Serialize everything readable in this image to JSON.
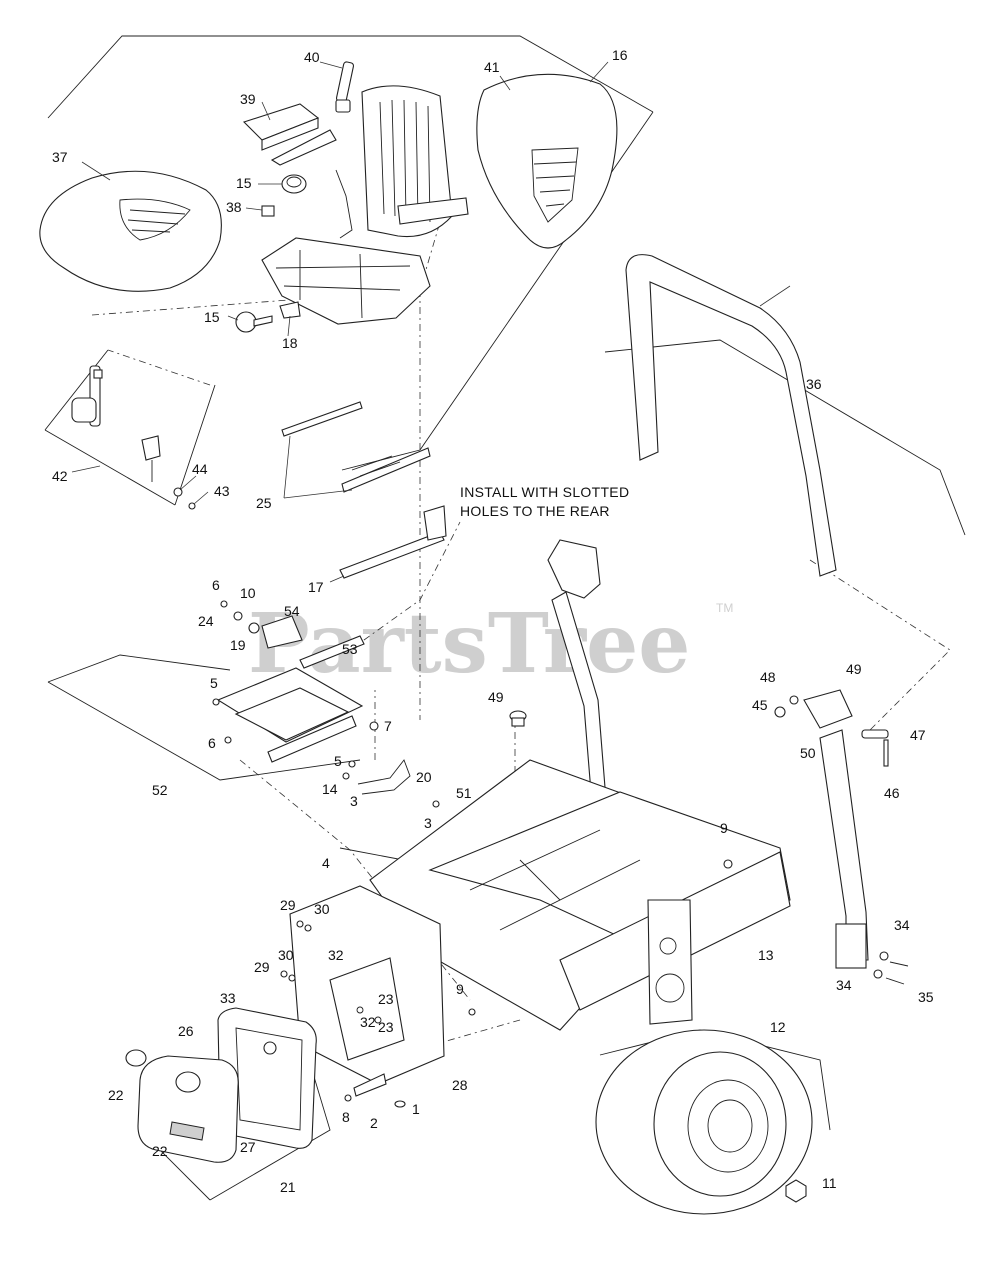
{
  "watermark": {
    "text": "PartsTree",
    "trademark": "TM"
  },
  "note": {
    "line1": "INSTALL WITH SLOTTED",
    "line2": "HOLES TO THE REAR"
  },
  "callouts": {
    "c1": "1",
    "c2": "2",
    "c3a": "3",
    "c3b": "3",
    "c4": "4",
    "c5a": "5",
    "c5b": "5",
    "c6a": "6",
    "c6b": "6",
    "c7": "7",
    "c8": "8",
    "c9a": "9",
    "c9b": "9",
    "c10": "10",
    "c11": "11",
    "c12": "12",
    "c13": "13",
    "c14": "14",
    "c15a": "15",
    "c15b": "15",
    "c16": "16",
    "c17": "17",
    "c18": "18",
    "c19": "19",
    "c20": "20",
    "c21": "21",
    "c22a": "22",
    "c22b": "22",
    "c23a": "23",
    "c23b": "23",
    "c24": "24",
    "c25": "25",
    "c26": "26",
    "c27": "27",
    "c28": "28",
    "c29a": "29",
    "c29b": "29",
    "c30a": "30",
    "c30b": "30",
    "c32a": "32",
    "c32b": "32",
    "c33": "33",
    "c34a": "34",
    "c34b": "34",
    "c35": "35",
    "c36": "36",
    "c37": "37",
    "c38": "38",
    "c39": "39",
    "c40": "40",
    "c41": "41",
    "c42": "42",
    "c43": "43",
    "c44": "44",
    "c45": "45",
    "c46": "46",
    "c47": "47",
    "c48": "48",
    "c49a": "49",
    "c49b": "49",
    "c50": "50",
    "c51": "51",
    "c52": "52",
    "c53": "53",
    "c54": "54"
  }
}
